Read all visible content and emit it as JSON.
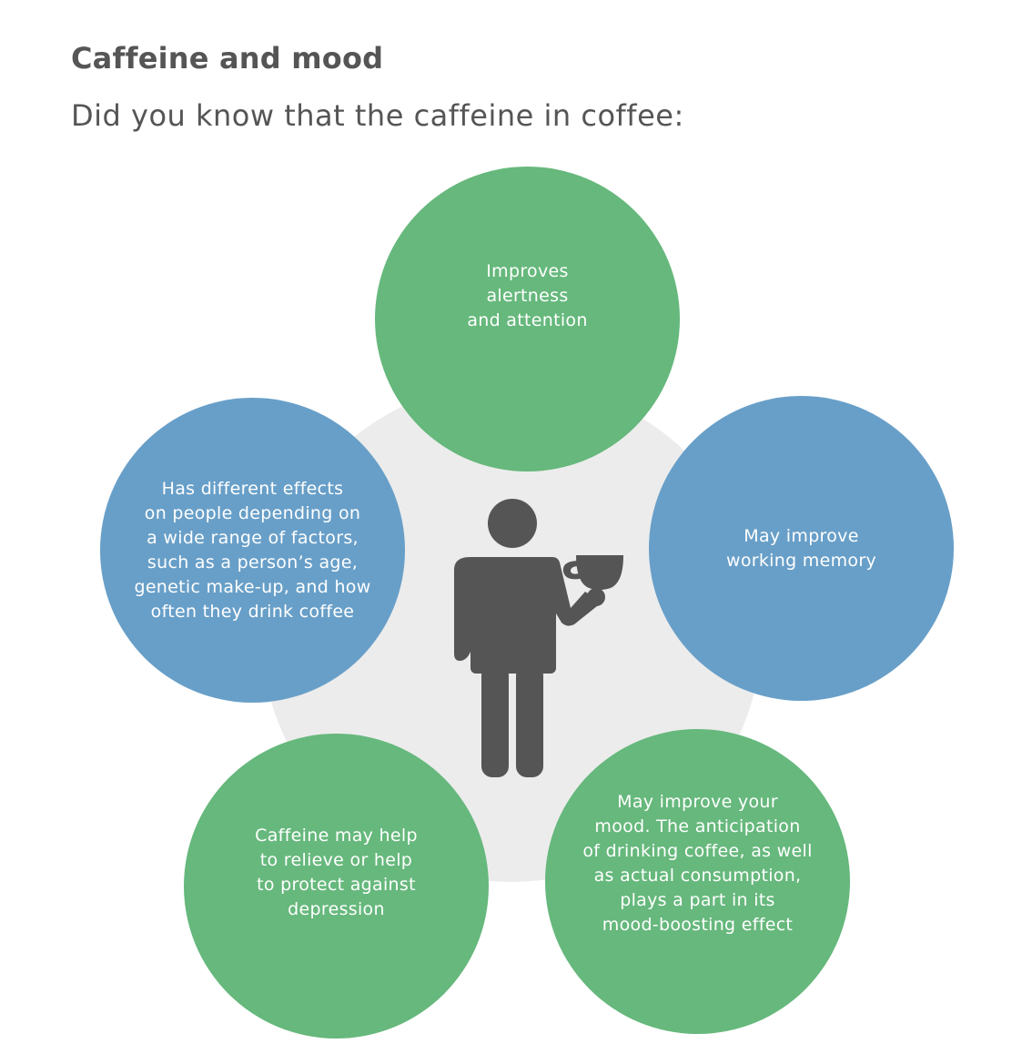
{
  "header": {
    "title": "Caffeine and mood",
    "subtitle": "Did you know that the caffeine in coffee:"
  },
  "bubbles": {
    "top": "Improves\nalertness\nand attention",
    "right": "May improve\nworking memory",
    "left": "Has different effects\non people depending on\na wide range of factors,\nsuch as a person’s age,\ngenetic make-up, and how\noften they drink coffee",
    "bottom_left": "Caffeine may help\nto relieve or help\nto protect against\ndepression",
    "bottom_right": "May improve your\nmood. The anticipation\nof drinking coffee, as well\nas actual consumption,\nplays a part in its\nmood-boosting effect"
  },
  "icons": {
    "center": "person-drinking-coffee-icon"
  },
  "colors": {
    "green": "#66b87c",
    "blue": "#689fc8",
    "background_disc": "#ececec",
    "figure": "#555555",
    "text_dark": "#555555"
  }
}
